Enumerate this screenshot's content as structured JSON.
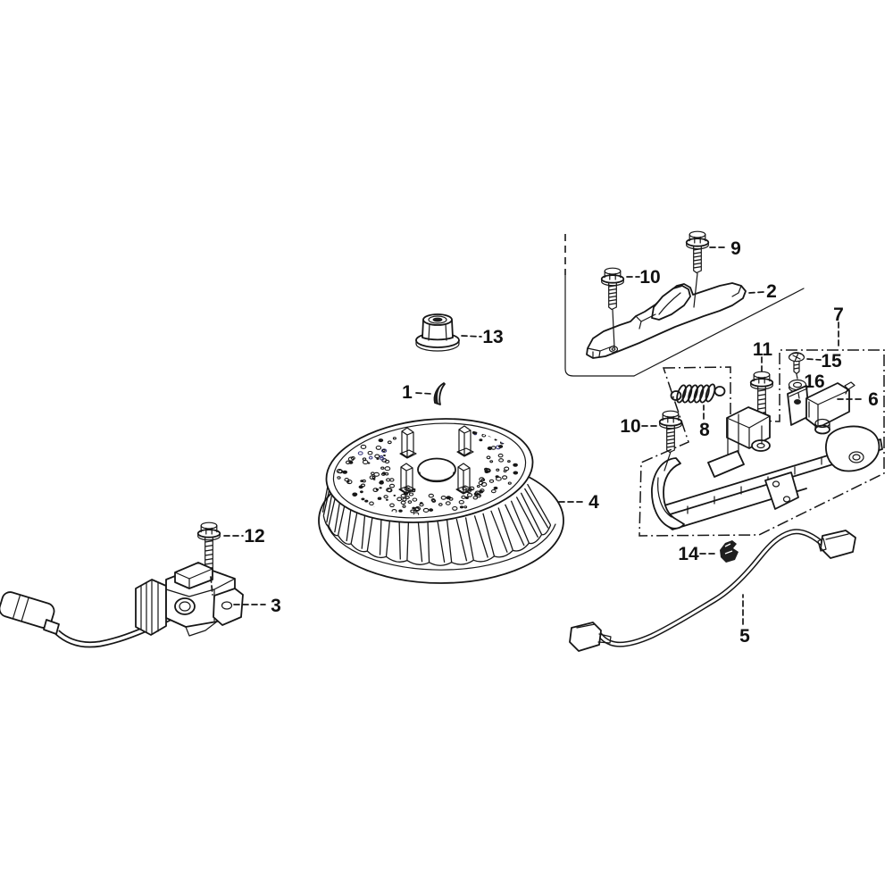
{
  "figure": {
    "kind": "exploded-parts-diagram",
    "background": "#ffffff",
    "line_color": "#161616",
    "accent_color": "#3e3e82"
  },
  "callouts": {
    "c1": "1",
    "c2": "2",
    "c3": "3",
    "c4": "4",
    "c5": "5",
    "c6": "6",
    "c7": "7",
    "c8": "8",
    "c9": "9",
    "c10a": "10",
    "c10b": "10",
    "c11": "11",
    "c12": "12",
    "c13": "13",
    "c14": "14",
    "c15": "15",
    "c16": "16"
  }
}
